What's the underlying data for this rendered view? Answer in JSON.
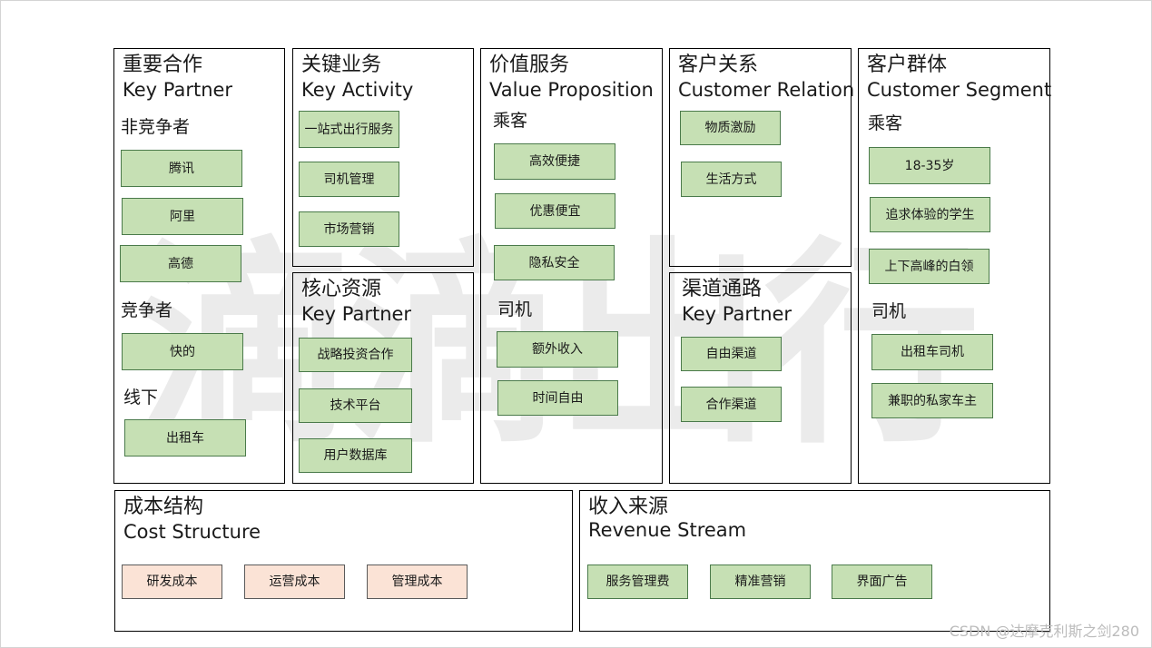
{
  "watermark": "滴滴出行",
  "blocks": {
    "key_partner": {
      "title": "重要合作",
      "subtitle": "Key Partner",
      "groups": [
        {
          "label": "非竞争者",
          "items": [
            "腾讯",
            "阿里",
            "高德"
          ]
        },
        {
          "label": "竞争者",
          "items": [
            "快的"
          ]
        },
        {
          "label": "线下",
          "items": [
            "出租车"
          ]
        }
      ]
    },
    "key_activity": {
      "title": "关键业务",
      "subtitle": "Key Activity",
      "items": [
        "一站式出行服务",
        "司机管理",
        "市场营销"
      ]
    },
    "key_resource": {
      "title": "核心资源",
      "subtitle": "Key Partner",
      "items": [
        "战略投资合作",
        "技术平台",
        "用户数据库"
      ]
    },
    "value_proposition": {
      "title": "价值服务",
      "subtitle": "Value Proposition",
      "groups": [
        {
          "label": "乘客",
          "items": [
            "高效便捷",
            "优惠便宜",
            "隐私安全"
          ]
        },
        {
          "label": "司机",
          "items": [
            "额外收入",
            "时间自由"
          ]
        }
      ]
    },
    "customer_relation": {
      "title": "客户关系",
      "subtitle": "Customer Relation",
      "items": [
        "物质激励",
        "生活方式"
      ]
    },
    "channels": {
      "title": "渠道通路",
      "subtitle": "Key Partner",
      "items": [
        "自由渠道",
        "合作渠道"
      ]
    },
    "customer_segment": {
      "title": "客户群体",
      "subtitle": "Customer Segment",
      "groups": [
        {
          "label": "乘客",
          "items": [
            "18-35岁",
            "追求体验的学生",
            "上下高峰的白领"
          ]
        },
        {
          "label": "司机",
          "items": [
            "出租车司机",
            "兼职的私家车主"
          ]
        }
      ]
    },
    "cost_structure": {
      "title": "成本结构",
      "subtitle": "Cost Structure",
      "items": [
        "研发成本",
        "运营成本",
        "管理成本"
      ]
    },
    "revenue_stream": {
      "title": "收入来源",
      "subtitle": "Revenue Stream",
      "items": [
        "服务管理费",
        "精准营销",
        "界面广告"
      ]
    }
  },
  "colors": {
    "tag_green": "#c6e0b4",
    "tag_peach": "#fbe3d6",
    "border": "#000000",
    "watermark": "#ebebeb"
  },
  "footer": {
    "credit": "CSDN @达摩克利斯之剑280"
  }
}
